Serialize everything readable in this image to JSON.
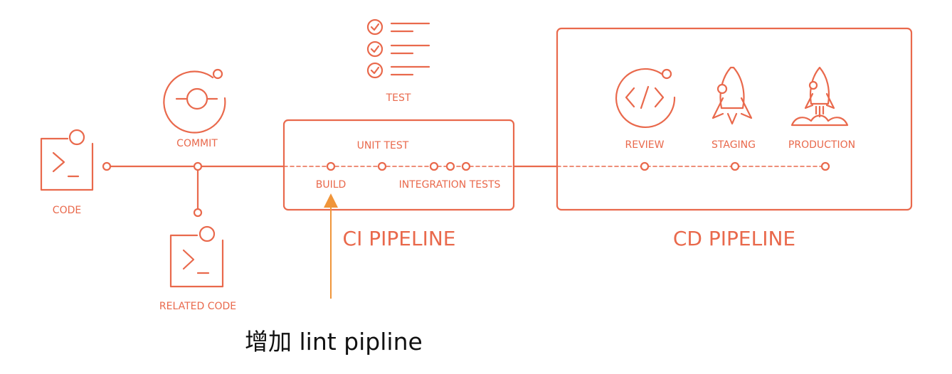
{
  "labels": {
    "code": "CODE",
    "commit": "COMMIT",
    "related_code": "RELATED CODE",
    "test": "TEST",
    "unit_test": "UNIT TEST",
    "build": "BUILD",
    "integration_tests": "INTEGRATION TESTS",
    "review": "REVIEW",
    "staging": "STAGING",
    "production": "PRODUCTION"
  },
  "titles": {
    "ci": "CI PIPELINE",
    "cd": "CD PIPELINE"
  },
  "annotation": {
    "text": "增加 lint pipline"
  },
  "colors": {
    "accent": "#e9694c",
    "annotation_arrow": "#f0953a",
    "annotation_text": "#111111"
  },
  "icons": [
    "terminal-icon",
    "commit-icon",
    "checklist-icon",
    "code-review-icon",
    "rocket-icon",
    "rocket-launch-icon"
  ]
}
